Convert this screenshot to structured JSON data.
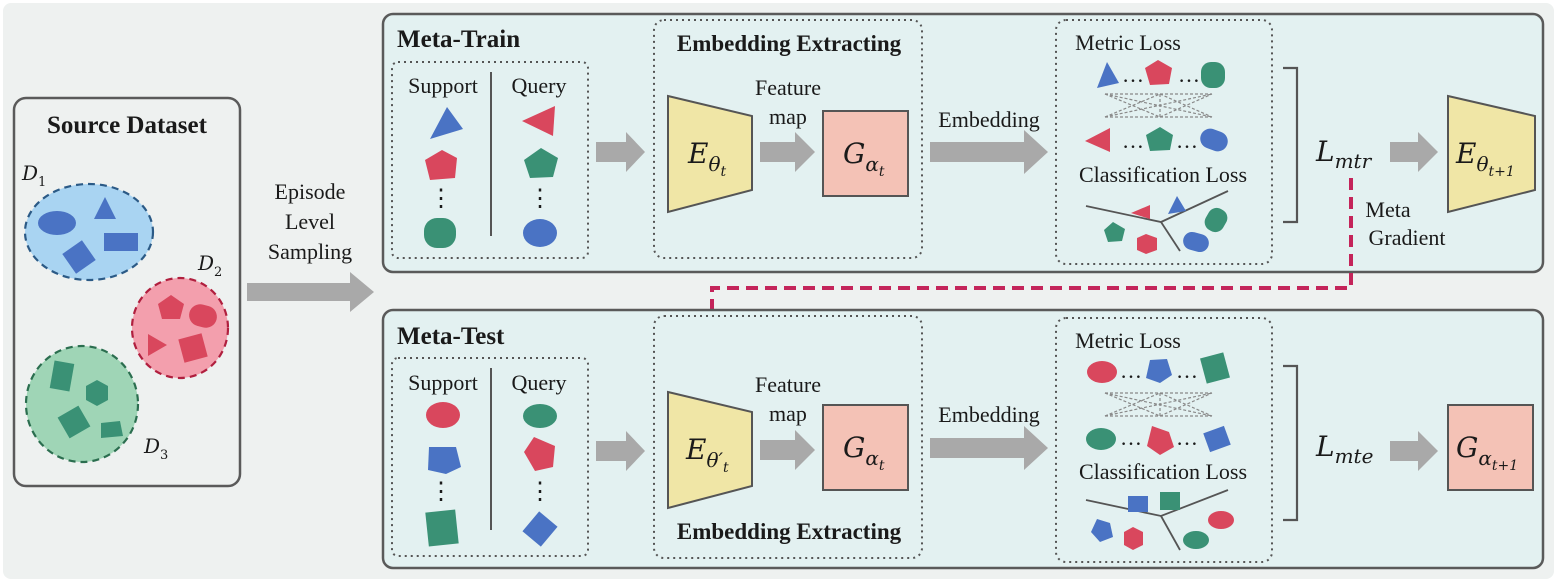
{
  "colors": {
    "outer_bg": "#eef1f0",
    "panel_bg": "#e3f1f1",
    "panel_border": "#5a5a5a",
    "encoder_fill": "#f0e6a6",
    "generator_fill": "#f4c2b6",
    "arrow_gray": "#a9a9a9",
    "meta_gradient_arrow": "#c4245a",
    "blue": "#4a73c4",
    "red": "#d9475d",
    "green": "#3a9175",
    "domain1_fill": "#a9d4f2",
    "domain2_fill": "#f39fad",
    "domain3_fill": "#9fd5b6"
  },
  "source": {
    "title": "Source Dataset",
    "d1_base": "D",
    "d1_sub": "1",
    "d2_base": "D",
    "d2_sub": "2",
    "d3_base": "D",
    "d3_sub": "3"
  },
  "sampling": {
    "line1": "Episode",
    "line2": "Level",
    "line3": "Sampling"
  },
  "meta_train": {
    "title": "Meta-Train",
    "support": "Support",
    "query": "Query",
    "embedding_extracting": "Embedding Extracting",
    "feature_line1": "Feature",
    "feature_line2": "map",
    "encoder_base": "E",
    "encoder_sub": "θ",
    "encoder_subsub": "t",
    "generator_base": "G",
    "generator_sub": "α",
    "generator_subsub": "t",
    "embedding": "Embedding",
    "metric_loss": "Metric Loss",
    "classification_loss": "Classification Loss",
    "loss_base": "L",
    "loss_sub": "mtr",
    "output_base": "E",
    "output_sub": "θ",
    "output_subsub": "t+1",
    "meta_gradient_line1": "Meta",
    "meta_gradient_line2": "Gradient",
    "ellipsis": "…",
    "vdots": "⋮"
  },
  "meta_test": {
    "title": "Meta-Test",
    "support": "Support",
    "query": "Query",
    "embedding_extracting": "Embedding Extracting",
    "feature_line1": "Feature",
    "feature_line2": "map",
    "encoder_base": "E",
    "encoder_sub": "θ′",
    "encoder_subsub": "t",
    "generator_base": "G",
    "generator_sub": "α",
    "generator_subsub": "t",
    "embedding": "Embedding",
    "metric_loss": "Metric Loss",
    "classification_loss": "Classification Loss",
    "loss_base": "L",
    "loss_sub": "mte",
    "output_base": "G",
    "output_sub": "α",
    "output_subsub": "t+1",
    "ellipsis": "…",
    "vdots": "⋮"
  }
}
